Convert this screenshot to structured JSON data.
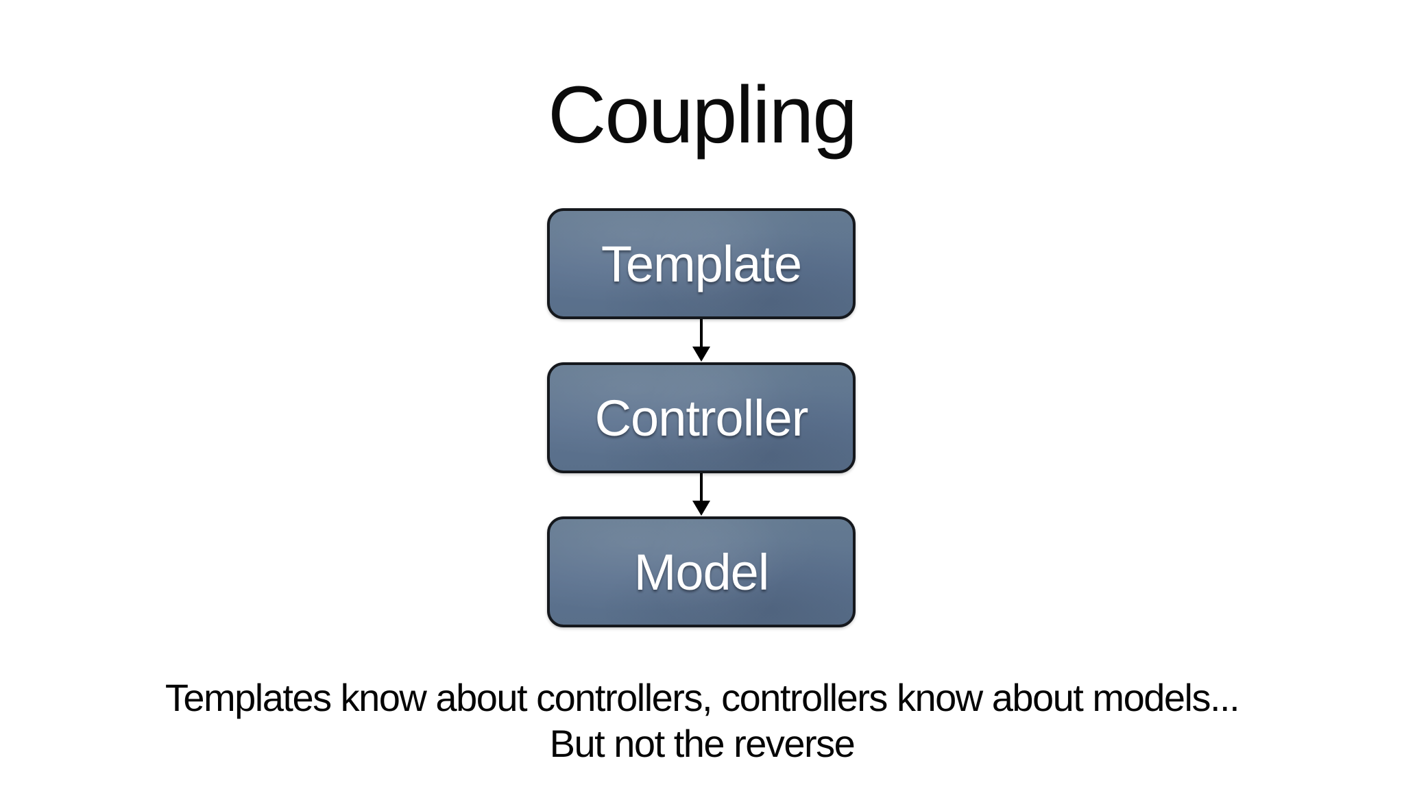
{
  "slide": {
    "title": "Coupling",
    "boxes": [
      {
        "label": "Template"
      },
      {
        "label": "Controller"
      },
      {
        "label": "Model"
      }
    ],
    "arrow_icon": "down-arrow",
    "caption_line1": "Templates know about controllers, controllers know about models...",
    "caption_line2": "But not the reverse",
    "colors": {
      "background": "#ffffff",
      "box_fill": "#5d7390",
      "box_border": "#15181d",
      "box_text": "#ffffff",
      "title_text": "#0b0b0b",
      "caption_text": "#050505",
      "arrow": "#000000"
    }
  }
}
